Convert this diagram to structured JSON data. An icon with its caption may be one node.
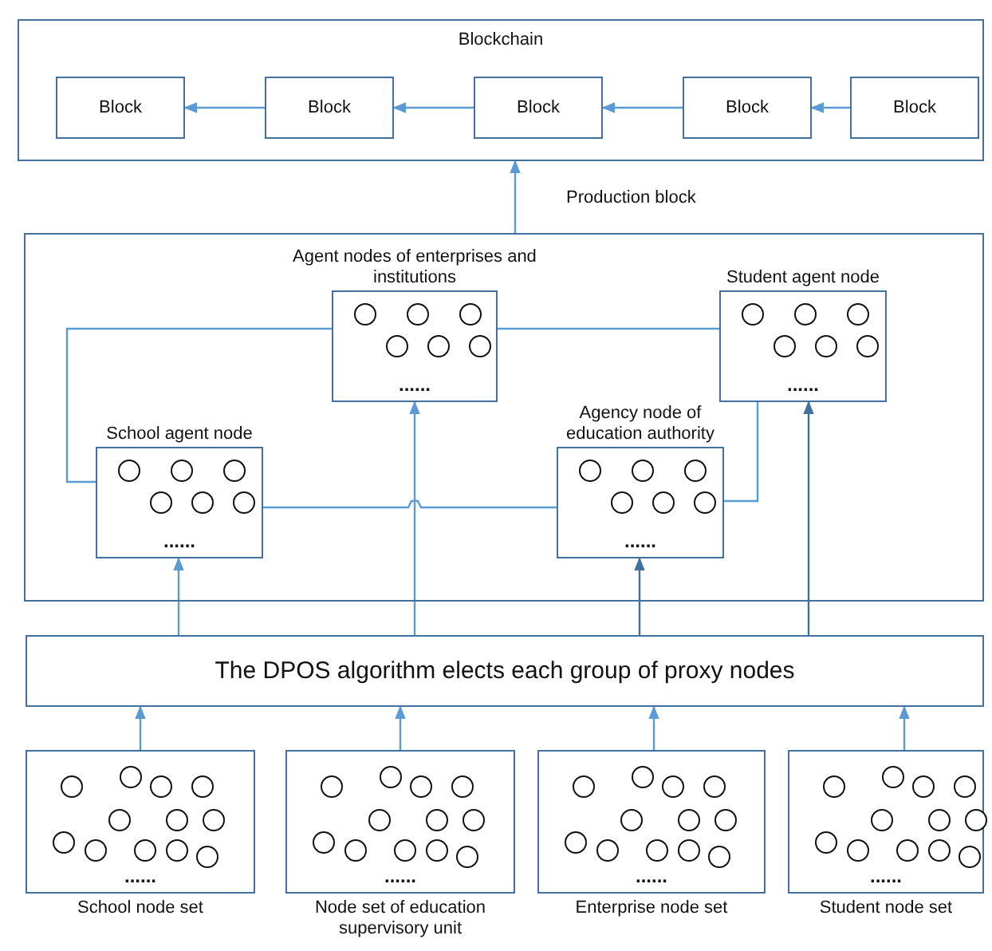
{
  "diagram": {
    "nodes": [
      {
        "text": [
          "Blockchain"
        ]
      },
      {
        "text": [
          "Block"
        ],
        "in": 0
      },
      {
        "text": [
          "Block"
        ],
        "in": 0
      },
      {
        "text": [
          "Block"
        ],
        "in": 0
      },
      {
        "text": [
          "Block"
        ],
        "in": 0
      },
      {
        "text": [
          "Block"
        ],
        "in": 0
      },
      {
        "text": [],
        "shape": "box"
      },
      {
        "text": [
          "Agent nodes of enterprises and institutions",
          "......"
        ],
        "in": 6
      },
      {
        "text": [
          "Student agent node",
          "......"
        ],
        "in": 6
      },
      {
        "text": [
          "School agent node",
          "......"
        ],
        "in": 6
      },
      {
        "text": [
          "Agency node of education authority",
          "......"
        ],
        "in": 6
      },
      {
        "text": [
          "The DPOS algorithm elects each group of proxy nodes"
        ]
      },
      {
        "text": [
          "......",
          "School node set"
        ]
      },
      {
        "text": [
          "......",
          "Node set of education supervisory unit"
        ]
      },
      {
        "text": [
          "......",
          "Enterprise node set"
        ]
      },
      {
        "text": [
          "......",
          "Student node set"
        ]
      }
    ],
    "edges": [
      {
        "from": 2,
        "to": 1,
        "arrow": "to"
      },
      {
        "from": 3,
        "to": 2,
        "arrow": "to"
      },
      {
        "from": 4,
        "to": 3,
        "arrow": "to"
      },
      {
        "from": 5,
        "to": 4,
        "arrow": "to"
      },
      {
        "from": 6,
        "to": 0,
        "arrow": "to",
        "label": "Production block"
      },
      {
        "from": 9,
        "to": 7,
        "arrow": "none"
      },
      {
        "from": 7,
        "to": 8,
        "arrow": "none"
      },
      {
        "from": 9,
        "to": 10,
        "arrow": "none"
      },
      {
        "from": 10,
        "to": 8,
        "arrow": "none"
      },
      {
        "from": 11,
        "to": 9,
        "arrow": "to"
      },
      {
        "from": 11,
        "to": 7,
        "arrow": "to"
      },
      {
        "from": 11,
        "to": 10,
        "arrow": "to",
        "color": "#41719c"
      },
      {
        "from": 11,
        "to": 8,
        "arrow": "to",
        "color": "#41719c"
      },
      {
        "from": 12,
        "to": 11,
        "arrow": "to"
      },
      {
        "from": 13,
        "to": 11,
        "arrow": "to"
      },
      {
        "from": 14,
        "to": 11,
        "arrow": "to"
      },
      {
        "from": 15,
        "to": 11,
        "arrow": "to"
      }
    ]
  }
}
